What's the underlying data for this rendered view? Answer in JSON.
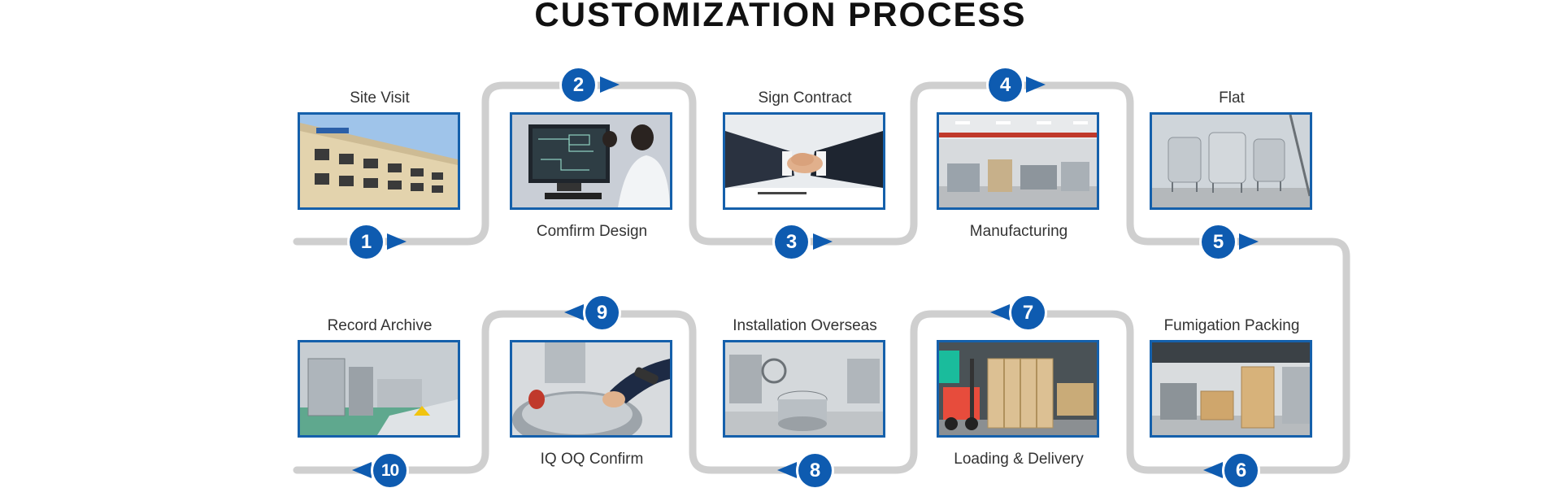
{
  "title": "CUSTOMIZATION PROCESS",
  "colors": {
    "accent": "#0e5bb0",
    "path": "#cfcfcf",
    "frame": "#1560ab"
  },
  "steps": [
    {
      "number": "1",
      "label": "Site Visit",
      "photo": "factory-building-photo"
    },
    {
      "number": "2",
      "label": "Comfirm Design",
      "photo": "design-workstation-photo"
    },
    {
      "number": "3",
      "label": "Sign Contract",
      "photo": "handshake-photo"
    },
    {
      "number": "4",
      "label": "Manufacturing",
      "photo": "workshop-photo"
    },
    {
      "number": "5",
      "label": "Flat",
      "photo": "tanks-photo"
    },
    {
      "number": "6",
      "label": "Fumigation Packing",
      "photo": "packing-crates-photo"
    },
    {
      "number": "7",
      "label": "Loading & Delivery",
      "photo": "forklift-crate-photo"
    },
    {
      "number": "8",
      "label": "Installation Overseas",
      "photo": "installed-equipment-photo"
    },
    {
      "number": "9",
      "label": "IQ OQ Confirm",
      "photo": "inspection-photo"
    },
    {
      "number": "10",
      "label": "Record Archive",
      "photo": "plant-line-photo"
    }
  ]
}
